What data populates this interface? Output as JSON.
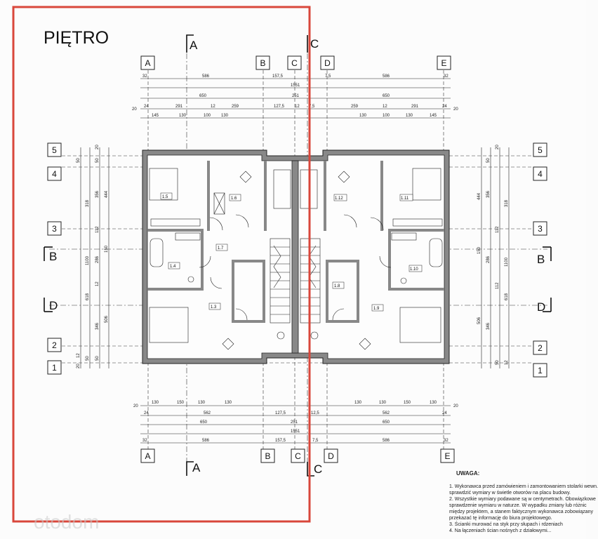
{
  "title": "PIĘTRO",
  "axes": {
    "top": [
      "A",
      "B",
      "C",
      "D",
      "E"
    ],
    "bottom": [
      "A",
      "B",
      "C",
      "D",
      "E"
    ],
    "rows": [
      "5",
      "4",
      "3",
      "2",
      "1"
    ]
  },
  "sections": {
    "a": "A",
    "b": "B",
    "c": "C",
    "d": "D"
  },
  "dims_top": {
    "row1": [
      "32",
      "586",
      "157,5",
      "7,5",
      "586",
      "32"
    ],
    "row2": [
      "1551"
    ],
    "row3": [
      "650",
      "251",
      "650"
    ],
    "row4": [
      "20",
      "24",
      "291",
      "12",
      "259",
      "127,5",
      "12",
      "7,5",
      "259",
      "12",
      "291",
      "24",
      "20"
    ],
    "row5": [
      "145",
      "130",
      "100",
      "130",
      "130",
      "100",
      "130",
      "145"
    ]
  },
  "dims_bottom": {
    "row1": [
      "20",
      "130",
      "150",
      "130",
      "130",
      "130",
      "130",
      "150",
      "130",
      "20"
    ],
    "row2": [
      "24",
      "562",
      "127,5",
      "12,5",
      "562",
      "24"
    ],
    "row3": [
      "650",
      "251",
      "650"
    ],
    "row4": [
      "1551"
    ],
    "row5": [
      "32",
      "586",
      "157,5",
      "7,5",
      "586",
      "32"
    ]
  },
  "dims_left": [
    "20",
    "50",
    "50",
    "318",
    "356",
    "444",
    "112",
    "1100",
    "150",
    "286",
    "618",
    "12",
    "346",
    "506",
    "20",
    "50",
    "50",
    "12"
  ],
  "dims_right": [
    "20",
    "50",
    "444",
    "356",
    "318",
    "112",
    "150",
    "286",
    "1100",
    "112",
    "618",
    "346",
    "506",
    "50",
    "12"
  ],
  "rooms": [
    "1.5",
    "1.6",
    "1.12",
    "1.11",
    "1.7",
    "1.4",
    "1.3",
    "1.8",
    "1.9",
    "1.10"
  ],
  "notes": {
    "heading": "UWAGA:",
    "items": [
      "1. Wykonawca przed zamówieniem i zamontowaniem stolarki wewn.",
      "    sprawdzić wymiary w świetle otworów na placu budowy.",
      "2. Wszystkie wymiary podawane są w centymetrach. Obowiązkowe",
      "    sprawdzenie wymiaru w naturze. W wypadku zmiany lub różnic",
      "    między projektem, a stanem faktycznym wykonawca zobowiązany",
      "    przekazać tę informację do biura projektowego.",
      "3. Ścianki murować na styk przy słupach i rdzeniach",
      "4. Na łączeniach ścian nośnych z działowymi..."
    ]
  },
  "watermark": "otodom",
  "colors": {
    "frame": "#d9473b",
    "wall": "#7a7a7a",
    "line": "#222222"
  }
}
